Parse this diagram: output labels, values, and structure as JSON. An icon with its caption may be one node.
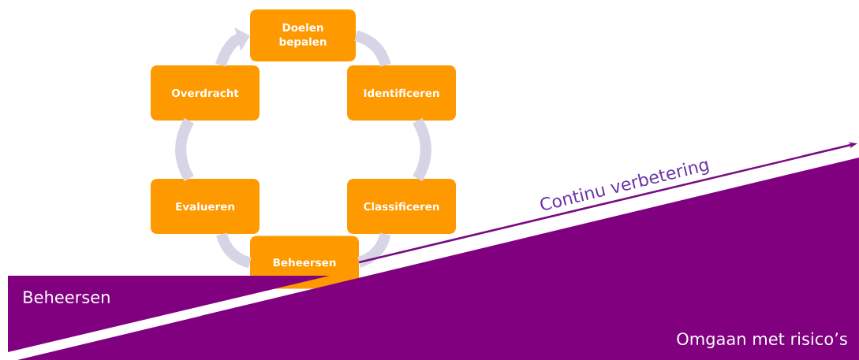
{
  "diagram": {
    "nodes": [
      {
        "text": [
          "Doelen bepalen"
        ]
      },
      {
        "text": [
          "Overdracht"
        ]
      },
      {
        "text": [
          "Identificeren"
        ]
      },
      {
        "text": [
          "Evalueren"
        ]
      },
      {
        "text": [
          "Classificeren"
        ]
      },
      {
        "text": [
          "Beheersen"
        ]
      },
      {
        "text": [
          "Beheersen"
        ]
      },
      {
        "text": [
          "Omgaan met risico’s"
        ]
      }
    ],
    "edges": [
      {
        "from": 0,
        "to": 2,
        "arrow": "none"
      },
      {
        "from": 2,
        "to": 4,
        "arrow": "none"
      },
      {
        "from": 4,
        "to": 5,
        "arrow": "none"
      },
      {
        "from": 5,
        "to": 3,
        "arrow": "none"
      },
      {
        "from": 3,
        "to": 1,
        "arrow": "none"
      },
      {
        "from": 1,
        "to": 0,
        "arrow": "to"
      },
      {
        "from": 5,
        "to": null,
        "arrow": "to",
        "label": "Continu verbetering",
        "color": "#7a0a82"
      }
    ]
  }
}
